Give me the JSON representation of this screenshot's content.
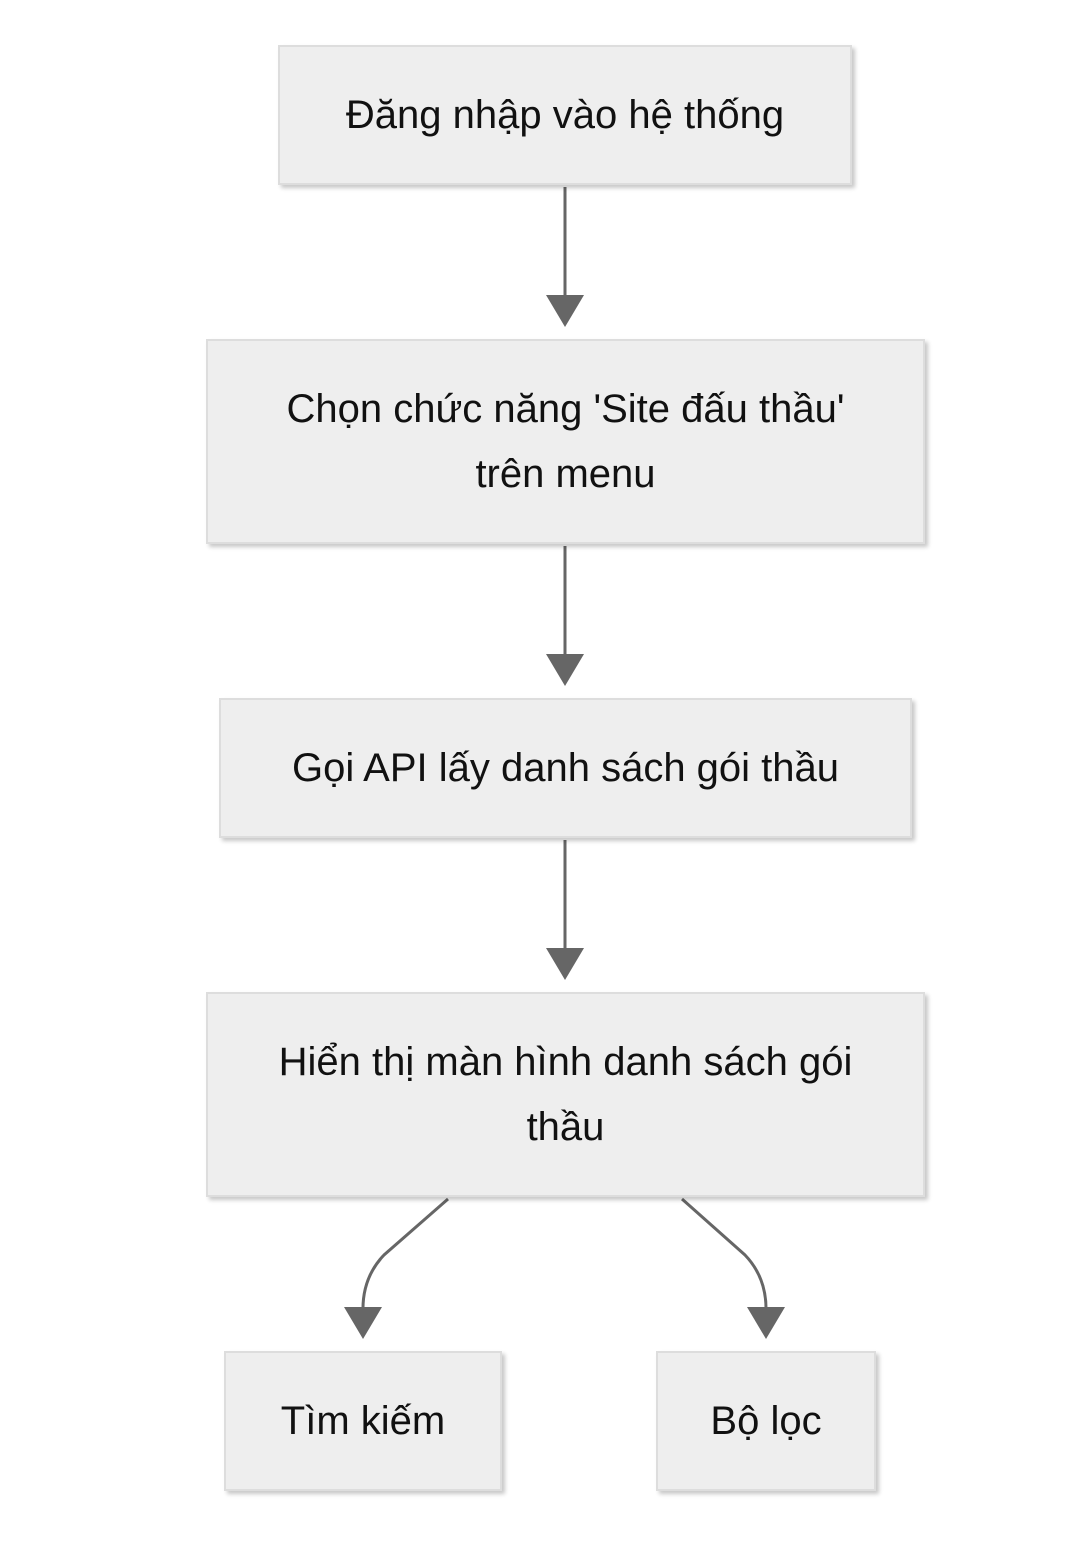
{
  "diagram": {
    "nodes": [
      {
        "id": "n1",
        "label": "Đăng nhập vào hệ thống"
      },
      {
        "id": "n2",
        "label": "Chọn chức năng 'Site đấu thầu' trên menu"
      },
      {
        "id": "n3",
        "label": "Gọi API lấy danh sách gói thầu"
      },
      {
        "id": "n4",
        "label": "Hiển thị màn hình danh sách gói thầu"
      },
      {
        "id": "n5",
        "label": "Tìm kiếm"
      },
      {
        "id": "n6",
        "label": "Bộ lọc"
      }
    ],
    "edges": [
      {
        "from": "n1",
        "to": "n2"
      },
      {
        "from": "n2",
        "to": "n3"
      },
      {
        "from": "n3",
        "to": "n4"
      },
      {
        "from": "n4",
        "to": "n5"
      },
      {
        "from": "n4",
        "to": "n6"
      }
    ],
    "colors": {
      "node_fill": "#eeeeee",
      "node_border": "#dddddd",
      "edge": "#666666",
      "text": "#111111"
    }
  }
}
